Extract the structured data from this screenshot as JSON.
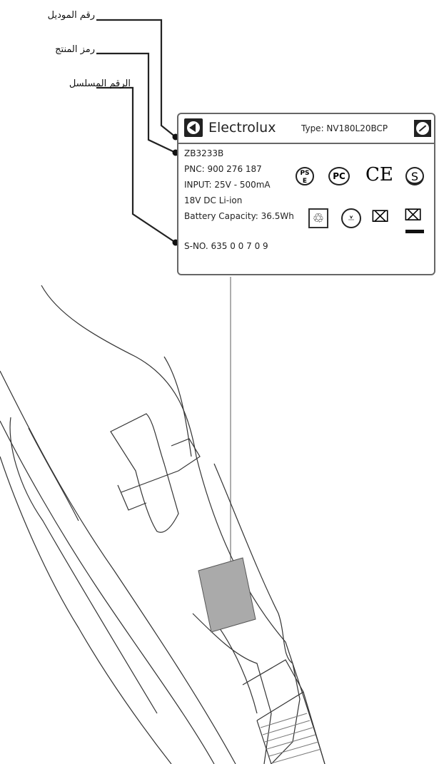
{
  "callouts": {
    "model_number": "رقم الموديل",
    "product_code": "رمز المنتج",
    "serial_number": "الرقم المسلسل"
  },
  "plate": {
    "brand": "Electrolux",
    "type": "Type: NV180L20BCP",
    "model": "ZB3233B",
    "pnc": "PNC: 900 276 187",
    "input": "INPUT: 25V - 500mA",
    "battery_type": "18V DC Li-ion",
    "capacity": "Battery Capacity: 36.5Wh",
    "serial": "S-NO.  635 0 0 7 0 9",
    "pse_mark": "PS E",
    "pct_mark": "PC",
    "ce_mark": "CE"
  }
}
